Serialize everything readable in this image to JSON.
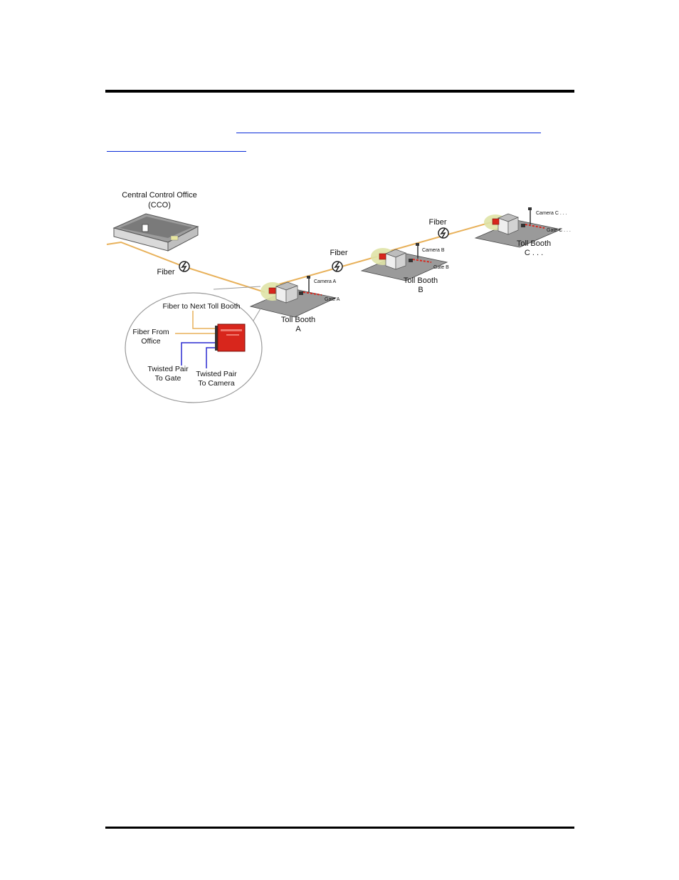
{
  "diagram": {
    "cco": {
      "title": "Central Control Office",
      "abbr": "(CCO)"
    },
    "fiber_labels": [
      "Fiber",
      "Fiber",
      "Fiber"
    ],
    "booths": [
      {
        "label": "Toll Booth",
        "letter": "A",
        "camera": "Camera A",
        "gate": "Gate A"
      },
      {
        "label": "Toll Booth",
        "letter": "B",
        "camera": "Camera B",
        "gate": "Gate B"
      },
      {
        "label": "Toll Booth",
        "letter": "C . . .",
        "camera": "Camera C . . .",
        "gate": "Gate C . . ."
      }
    ],
    "inset": {
      "fiber_next": "Fiber to Next Toll Booth",
      "fiber_from_1": "Fiber From",
      "fiber_from_2": "Office",
      "tp_gate_1": "Twisted Pair",
      "tp_gate_2": "To Gate",
      "tp_camera_1": "Twisted Pair",
      "tp_camera_2": "To Camera"
    }
  },
  "colors": {
    "fiber": "#e8b15a",
    "twisted_pair": "#2b2bd0",
    "device": "#d8261c",
    "highlight": "#dfe3a6",
    "link": "#0a2bd8"
  }
}
